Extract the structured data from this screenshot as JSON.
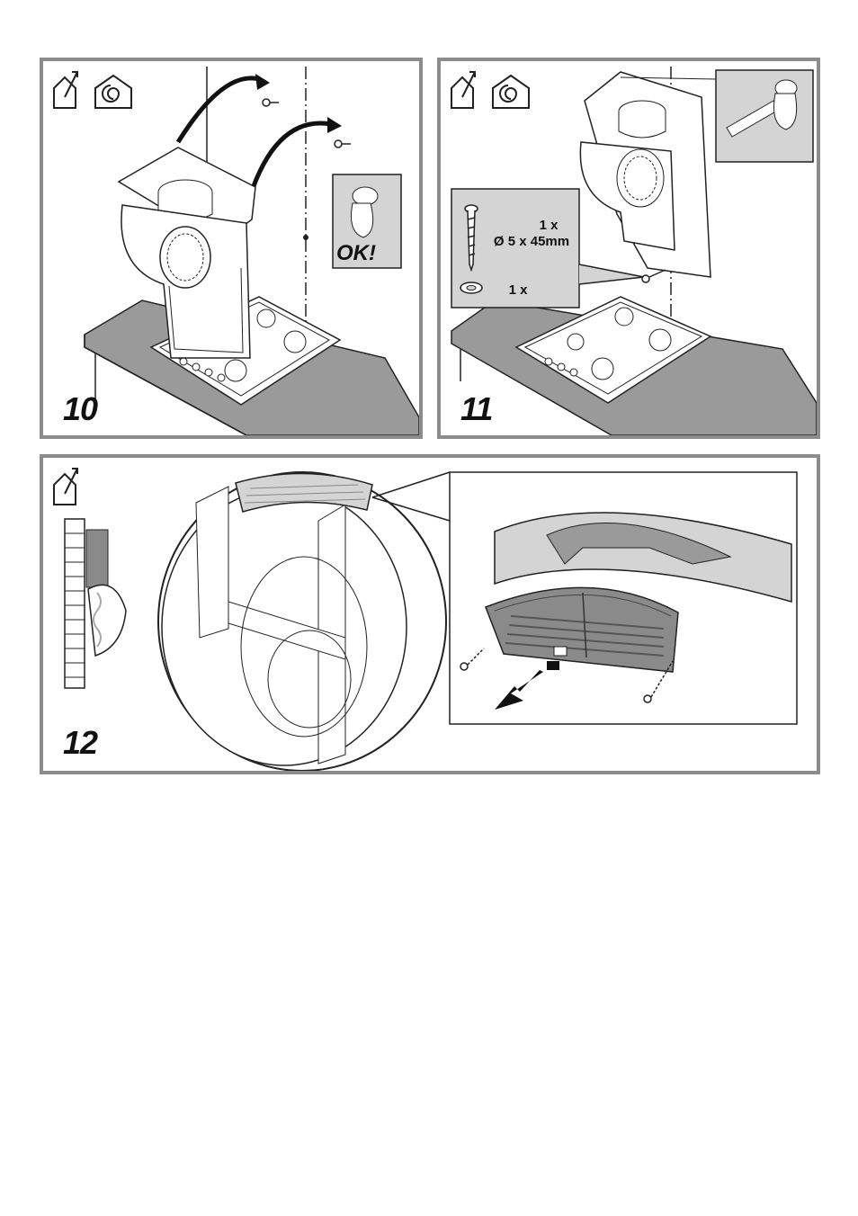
{
  "steps": [
    {
      "number": "10",
      "ok_label": "OK!"
    },
    {
      "number": "11",
      "screw_qty": "1 x",
      "screw_spec": "Ø 5 x 45mm",
      "washer_qty": "1 x"
    },
    {
      "number": "12"
    }
  ],
  "icons": [
    "ducted-mode-icon",
    "recirculating-mode-icon",
    "ducted-mode-icon",
    "recirculating-mode-icon",
    "ducted-mode-icon"
  ],
  "colors": {
    "panel_border": "#8c8c8c",
    "callout_bg": "#d4d4d4",
    "counter_gray": "#9a9a9a",
    "filter_gray": "#8a8a8a"
  }
}
